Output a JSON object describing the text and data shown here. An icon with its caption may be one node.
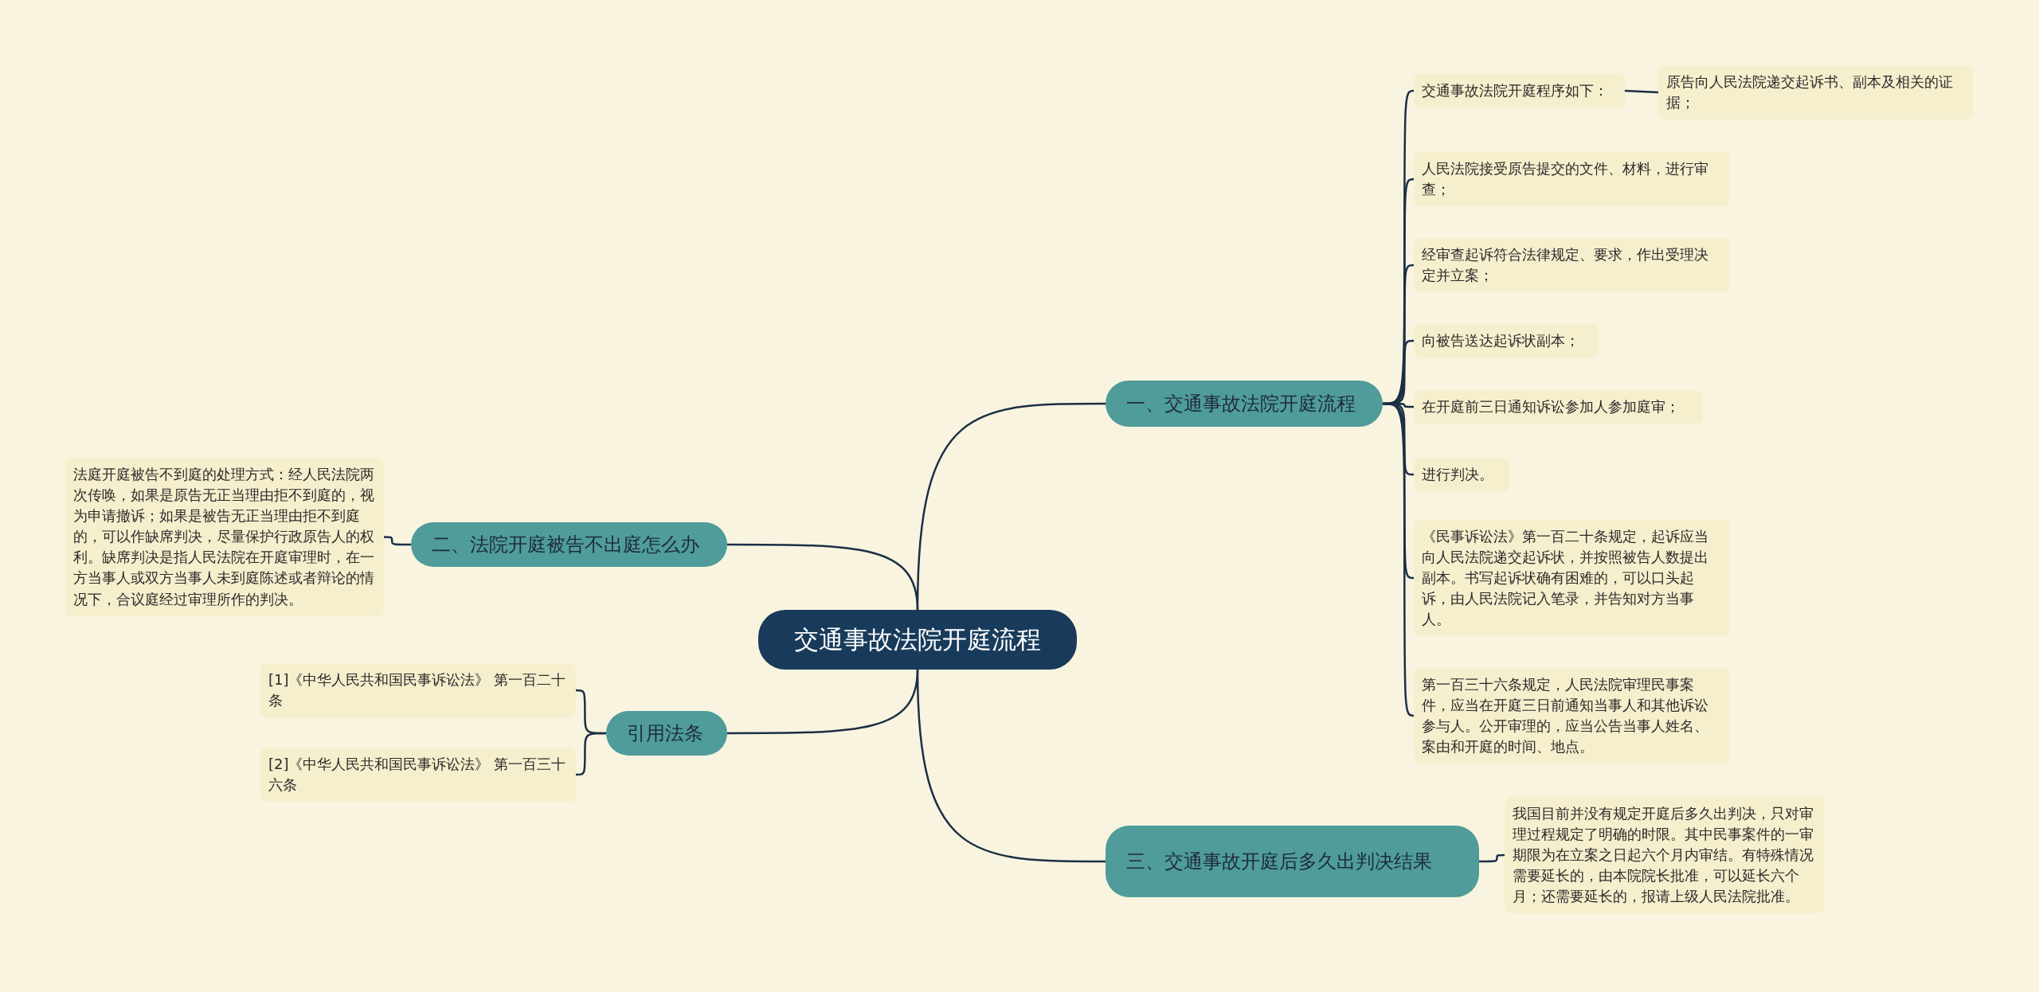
{
  "diagram": {
    "nodes": [
      {
        "text": [
          "交通事故法院开庭流程"
        ]
      },
      {
        "text": [
          "一、交通事故法院开庭流程"
        ]
      },
      {
        "text": [
          "交通事故法院开庭程序如下："
        ]
      },
      {
        "text": [
          "原告向人民法院递交起诉书、副本及相关的证据；"
        ]
      },
      {
        "text": [
          "人民法院接受原告提交的文件、材料，进行审查；"
        ]
      },
      {
        "text": [
          "经审查起诉符合法律规定、要求，作出受理决定并立案；"
        ]
      },
      {
        "text": [
          "向被告送达起诉状副本；"
        ]
      },
      {
        "text": [
          "在开庭前三日通知诉讼参加人参加庭审；"
        ]
      },
      {
        "text": [
          "进行判决。"
        ]
      },
      {
        "text": [
          "《民事诉讼法》第一百二十条规定，起诉应当向人民法院递交起诉状，并按照被告人数提出副本。书写起诉状确有困难的，可以口头起诉，由人民法院记入笔录，并告知对方当事人。"
        ]
      },
      {
        "text": [
          "第一百三十六条规定，人民法院审理民事案件，应当在开庭三日前通知当事人和其他诉讼参与人。公开审理的，应当公告当事人姓名、案由和开庭的时间、地点。"
        ]
      },
      {
        "text": [
          "三、交通事故开庭后多久出判决结果"
        ]
      },
      {
        "text": [
          "我国目前并没有规定开庭后多久出判决，只对审理过程规定了明确的时限。其中民事案件的一审期限为在立案之日起六个月内审结。有特殊情况需要延长的，由本院院长批准，可以延长六个月；还需要延长的，报请上级人民法院批准。"
        ]
      },
      {
        "text": [
          "二、法院开庭被告不出庭怎么办"
        ]
      },
      {
        "text": [
          "法庭开庭被告不到庭的处理方式：经人民法院两次传唤，如果是原告无正当理由拒不到庭的，视为申请撤诉；如果是被告无正当理由拒不到庭的，可以作缺席判决，尽量保护行政原告人的权利。缺席判决是指人民法院在开庭审理时，在一方当事人或双方当事人未到庭陈述或者辩论的情况下，合议庭经过审理所作的判决。"
        ]
      },
      {
        "text": [
          "引用法条"
        ]
      },
      {
        "text": [
          "[1]《中华人民共和国民事诉讼法》 第一百二十条"
        ]
      },
      {
        "text": [
          "[2]《中华人民共和国民事诉讼法》 第一百三十六条"
        ]
      }
    ],
    "edges": [
      {
        "from": 0,
        "to": 1,
        "arrow": "none"
      },
      {
        "from": 1,
        "to": 2,
        "arrow": "none"
      },
      {
        "from": 2,
        "to": 3,
        "arrow": "none"
      },
      {
        "from": 1,
        "to": 4,
        "arrow": "none"
      },
      {
        "from": 1,
        "to": 5,
        "arrow": "none"
      },
      {
        "from": 1,
        "to": 6,
        "arrow": "none"
      },
      {
        "from": 1,
        "to": 7,
        "arrow": "none"
      },
      {
        "from": 1,
        "to": 8,
        "arrow": "none"
      },
      {
        "from": 1,
        "to": 9,
        "arrow": "none"
      },
      {
        "from": 1,
        "to": 10,
        "arrow": "none"
      },
      {
        "from": 0,
        "to": 11,
        "arrow": "none"
      },
      {
        "from": 11,
        "to": 12,
        "arrow": "none"
      },
      {
        "from": 0,
        "to": 13,
        "arrow": "none"
      },
      {
        "from": 13,
        "to": 14,
        "arrow": "none"
      },
      {
        "from": 0,
        "to": 15,
        "arrow": "none"
      },
      {
        "from": 15,
        "to": 16,
        "arrow": "none"
      },
      {
        "from": 15,
        "to": 17,
        "arrow": "none"
      }
    ]
  }
}
